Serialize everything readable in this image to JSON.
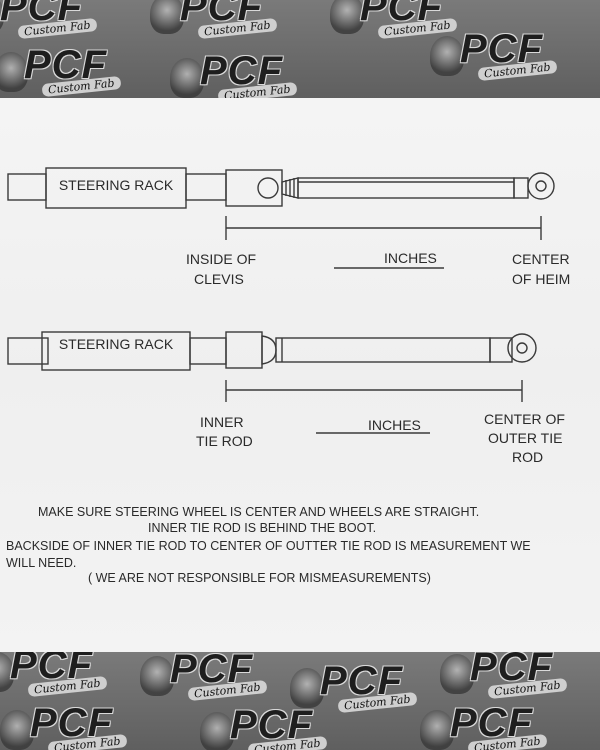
{
  "brand": {
    "logo_text": "PCF",
    "logo_script": "Custom Fab"
  },
  "diagram1": {
    "rack_label": "STEERING RACK",
    "left_label": [
      "INSIDE OF",
      "CLEVIS"
    ],
    "measure_label": "INCHES",
    "right_label": [
      "CENTER",
      "OF HEIM"
    ]
  },
  "diagram2": {
    "rack_label": "STEERING RACK",
    "left_label": [
      "INNER",
      "TIE ROD"
    ],
    "measure_label": "INCHES",
    "right_label": [
      "CENTER OF",
      "OUTER TIE",
      "ROD"
    ]
  },
  "notes": {
    "line1": "MAKE SURE STEERING WHEEL IS CENTER AND WHEELS ARE STRAIGHT.",
    "line2": "INNER TIE ROD IS BEHIND THE BOOT.",
    "line3": "BACKSIDE OF INNER TIE ROD TO CENTER OF OUTTER TIE ROD IS MEASUREMENT WE",
    "line4": "WILL NEED.",
    "line5": "( WE ARE NOT RESPONSIBLE FOR MISMEASUREMENTS)"
  }
}
